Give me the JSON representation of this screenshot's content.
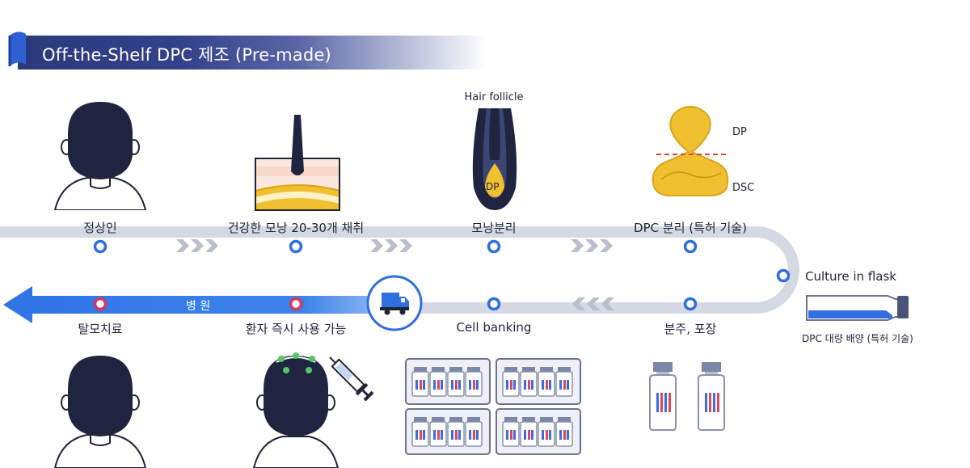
{
  "header": {
    "title": "Off-the-Shelf DPC 제조 (Pre-made)"
  },
  "steps_top": [
    {
      "label": "정상인"
    },
    {
      "label": "건강한 모낭 20-30개 채취"
    },
    {
      "label": "모낭분리"
    },
    {
      "label": "DPC 분리 (특허 기술)"
    }
  ],
  "culture": {
    "label": "Culture in flask",
    "flask_caption": "DPC 대량 배양 (특허 기술)"
  },
  "steps_bottom": [
    {
      "label": "탈모치료"
    },
    {
      "label": "환자 즉시 사용 가능"
    },
    {
      "label": "Cell banking"
    },
    {
      "label": "분주, 포장"
    }
  ],
  "arrow_label": "병 원",
  "follicle": {
    "top_label": "Hair follicle",
    "dp_label": "DP"
  },
  "dpc_diagram": {
    "dp_label": "DP",
    "dsc_label": "DSC"
  },
  "colors": {
    "navy": "#2b3a7a",
    "track": "#d5d9e4",
    "blue_arrow": "#3c84ea",
    "node_blue": "#2f6fe0",
    "node_red": "#d9365a",
    "gold": "#f0c030",
    "dark_hair": "#1f2540"
  }
}
